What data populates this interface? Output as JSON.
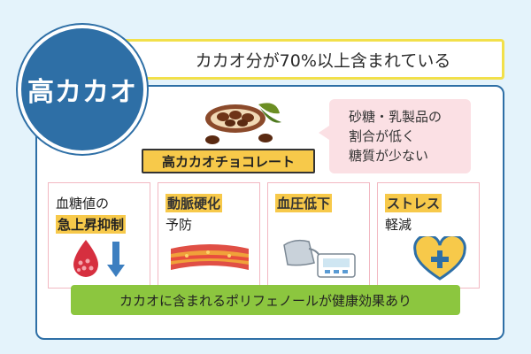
{
  "title": "高カカオ",
  "headline": "カカオ分が70%以上含まれている",
  "product_label": "高カカオチョコレート",
  "sugar_note": [
    "砂糖・乳製品の",
    "割合が低く",
    "糖質が少ない"
  ],
  "benefits": [
    {
      "line1": "血糖値の",
      "line2": "急上昇抑制",
      "icon": "blood-drop-down-arrow-icon"
    },
    {
      "line1": "動脈硬化",
      "line2": "予防",
      "icon": "artery-icon"
    },
    {
      "line1": "血圧低下",
      "line2": "",
      "icon": "blood-pressure-monitor-icon"
    },
    {
      "line1": "ストレス",
      "line2": "軽減",
      "icon": "heart-plus-icon"
    }
  ],
  "footer": "カカオに含まれるポリフェノールが健康効果あり",
  "colors": {
    "background": "#e4f3fb",
    "primary_blue": "#2e6fa6",
    "highlight_yellow": "#f7c94a",
    "headline_border": "#f2e04a",
    "pink": "#fbe0e4",
    "green": "#8cc63f"
  }
}
